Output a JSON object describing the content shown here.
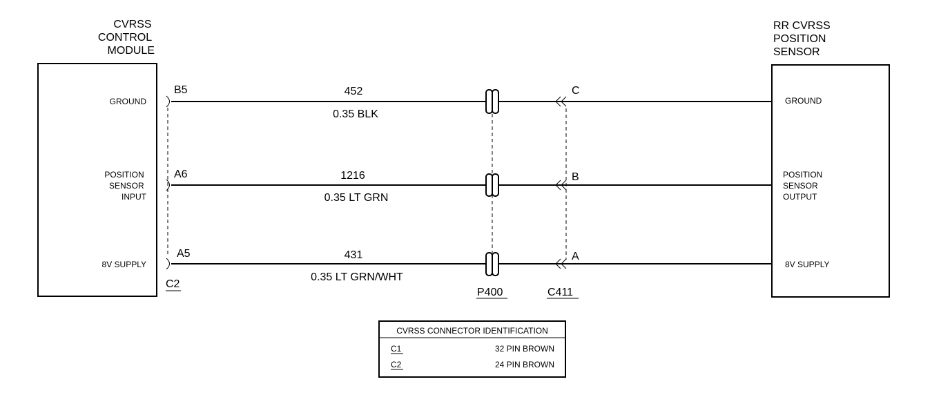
{
  "left_module": {
    "title_lines": [
      "CVRSS",
      "CONTROL",
      "MODULE"
    ],
    "pins": [
      {
        "label_lines": [
          "GROUND"
        ]
      },
      {
        "label_lines": [
          "POSITION",
          "SENSOR",
          "INPUT"
        ]
      },
      {
        "label_lines": [
          "8V SUPPLY"
        ]
      }
    ],
    "connector": "C2"
  },
  "right_module": {
    "title_lines": [
      "RR CVRSS",
      "POSITION",
      "SENSOR"
    ],
    "pins": [
      {
        "label_lines": [
          "GROUND"
        ]
      },
      {
        "label_lines": [
          "POSITION",
          "SENSOR",
          "OUTPUT"
        ]
      },
      {
        "label_lines": [
          "8V SUPPLY"
        ]
      }
    ]
  },
  "wires": [
    {
      "left_pin": "B5",
      "circuit": "452",
      "gauge_color": "0.35 BLK",
      "right_pin": "C"
    },
    {
      "left_pin": "A6",
      "circuit": "1216",
      "gauge_color": "0.35 LT GRN",
      "right_pin": "B"
    },
    {
      "left_pin": "A5",
      "circuit": "431",
      "gauge_color": "0.35 LT GRN/WHT",
      "right_pin": "A"
    }
  ],
  "inline_connectors": [
    "P400",
    "C411"
  ],
  "id_table": {
    "title": "CVRSS CONNECTOR IDENTIFICATION",
    "rows": [
      {
        "connector": "C1",
        "description": "32 PIN BROWN"
      },
      {
        "connector": "C2",
        "description": "24 PIN BROWN"
      }
    ]
  }
}
